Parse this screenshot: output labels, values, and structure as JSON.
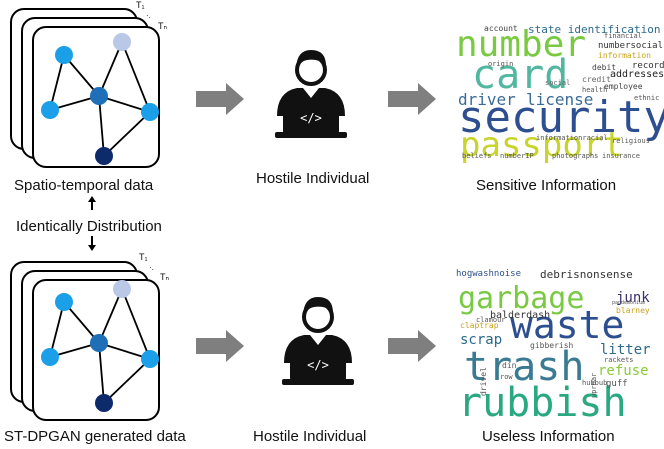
{
  "top": {
    "layer_label_first": "T₁",
    "layer_label_last": "Tₙ",
    "data_caption": "Spatio-temporal data",
    "person_caption": "Hostile Individual",
    "result_caption": "Sensitive Information",
    "word_cloud": [
      "number",
      "card",
      "security",
      "passport",
      "driver",
      "license",
      "state identification",
      "account",
      "numbersocial",
      "addresses",
      "record",
      "debit",
      "employee",
      "information",
      "credit",
      "social",
      "beliefs",
      "insurance",
      "religious",
      "ethnic",
      "origin",
      "photographs",
      "numberIP",
      "informationracial",
      "health",
      "financial"
    ]
  },
  "middle": {
    "relation_label": "Identically Distribution"
  },
  "bottom": {
    "layer_label_first": "T₁",
    "layer_label_last": "Tₙ",
    "data_caption": "ST-DPGAN generated data",
    "person_caption": "Hostile Individual",
    "result_caption": "Useless Information",
    "word_cloud": [
      "garbage",
      "waste",
      "trash",
      "rubbish",
      "junk",
      "scrap",
      "litter",
      "refuse",
      "hogwashnoise",
      "debrisnonsense",
      "balderdash",
      "claptrap",
      "gibberish",
      "clamour",
      "blarney",
      "drivel",
      "din",
      "row",
      "hubbub",
      "uproar",
      "rackets",
      "guff",
      "pandemonium"
    ]
  },
  "colors": {
    "node_light": "#1a9fe8",
    "node_mid": "#1f6fb8",
    "node_dark": "#0d2a6b",
    "node_pale": "#b8c8e6",
    "arrow": "#7f7f7f",
    "person": "#111111"
  }
}
